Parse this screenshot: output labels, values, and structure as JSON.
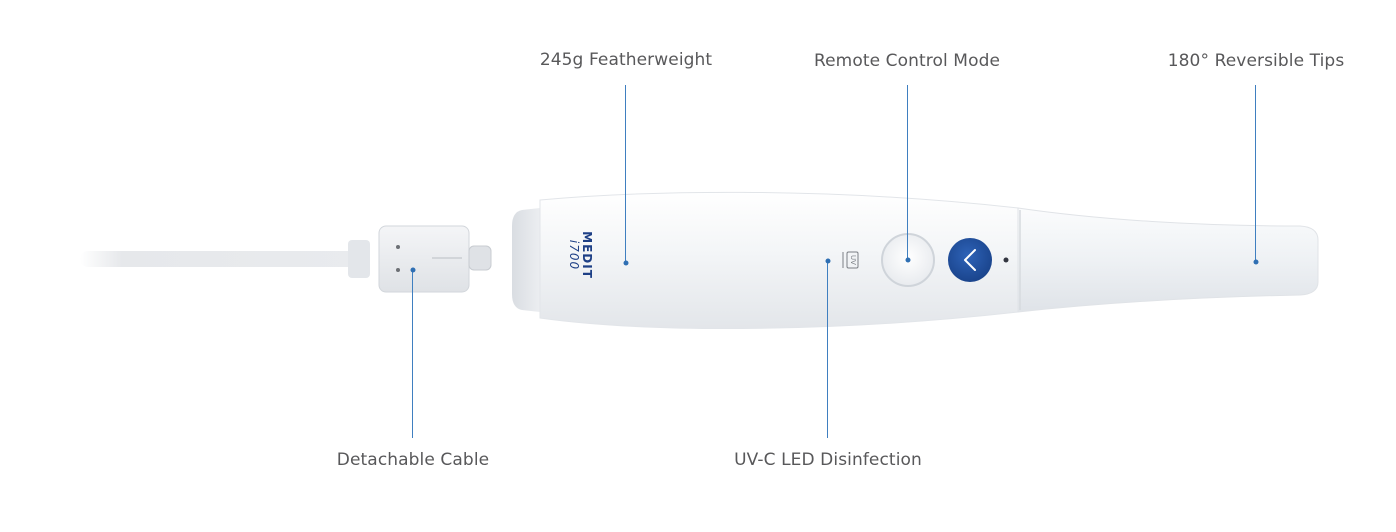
{
  "features": {
    "weight": "245g Featherweight",
    "remote": "Remote Control Mode",
    "tips": "180° Reversible Tips",
    "cable": "Detachable Cable",
    "uvc": "UV-C LED Disinfection"
  },
  "device": {
    "brand": "MEDIT",
    "model": "i700",
    "uv_badge": "UV"
  },
  "colors": {
    "leader": "#3f7fc0",
    "button_blue": "#1f4f9e",
    "brand_text": "#1d3f86",
    "body_white": "#f2f4f6"
  }
}
